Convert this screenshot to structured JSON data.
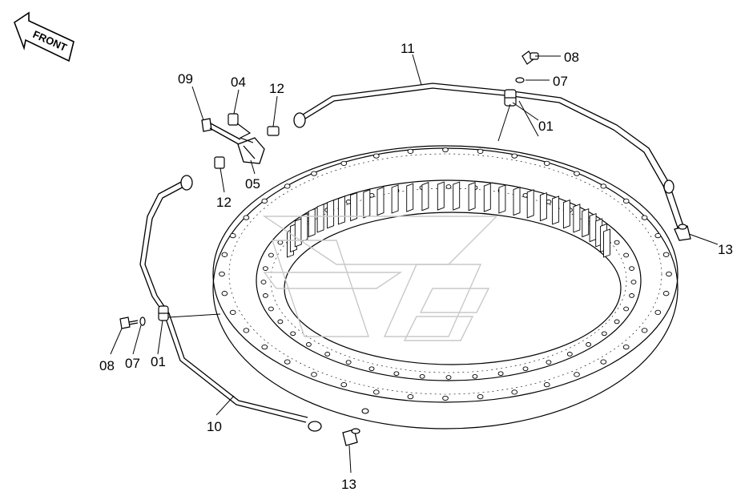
{
  "front_arrow": {
    "text": "FRONT"
  },
  "callouts": [
    {
      "id": "c08-top",
      "text": "08"
    },
    {
      "id": "c07-top",
      "text": "07"
    },
    {
      "id": "c11",
      "text": "11"
    },
    {
      "id": "c01-top",
      "text": "01"
    },
    {
      "id": "c09",
      "text": "09"
    },
    {
      "id": "c04",
      "text": "04"
    },
    {
      "id": "c12-top",
      "text": "12"
    },
    {
      "id": "c05",
      "text": "05"
    },
    {
      "id": "c12-bottom",
      "text": "12"
    },
    {
      "id": "c13-right",
      "text": "13"
    },
    {
      "id": "c08-bottom",
      "text": "08"
    },
    {
      "id": "c07-bottom",
      "text": "07"
    },
    {
      "id": "c01-bottom",
      "text": "01"
    },
    {
      "id": "c10",
      "text": "10"
    },
    {
      "id": "c13-bottom",
      "text": "13"
    }
  ],
  "colors": {
    "line": "#000000",
    "watermark": "#c9c9c9",
    "background": "#ffffff"
  },
  "ring": {
    "outer_holes": 40,
    "inner_holes": 44,
    "teeth": 30
  }
}
